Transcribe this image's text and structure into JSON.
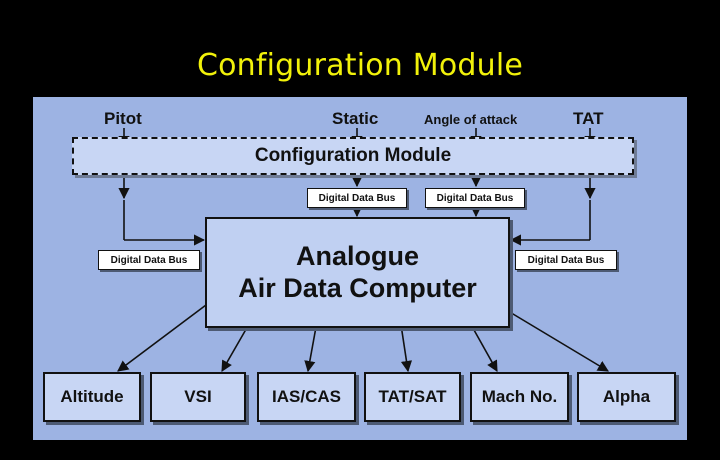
{
  "slide_title": "Configuration Module",
  "inputs": {
    "pitot": "Pitot",
    "static": "Static",
    "angle_of_attack": "Angle of attack",
    "tat": "TAT"
  },
  "config_module": "Configuration Module",
  "bus_label": "Digital Data Bus",
  "adc": {
    "line1": "Analogue",
    "line2": "Air Data Computer"
  },
  "outputs": [
    "Altitude",
    "VSI",
    "IAS/CAS",
    "TAT/SAT",
    "Mach No.",
    "Alpha"
  ],
  "colors": {
    "background": "#000000",
    "title": "#f1f10a",
    "panel": "#9db3e3",
    "box_fill": "#c8d6f4"
  }
}
